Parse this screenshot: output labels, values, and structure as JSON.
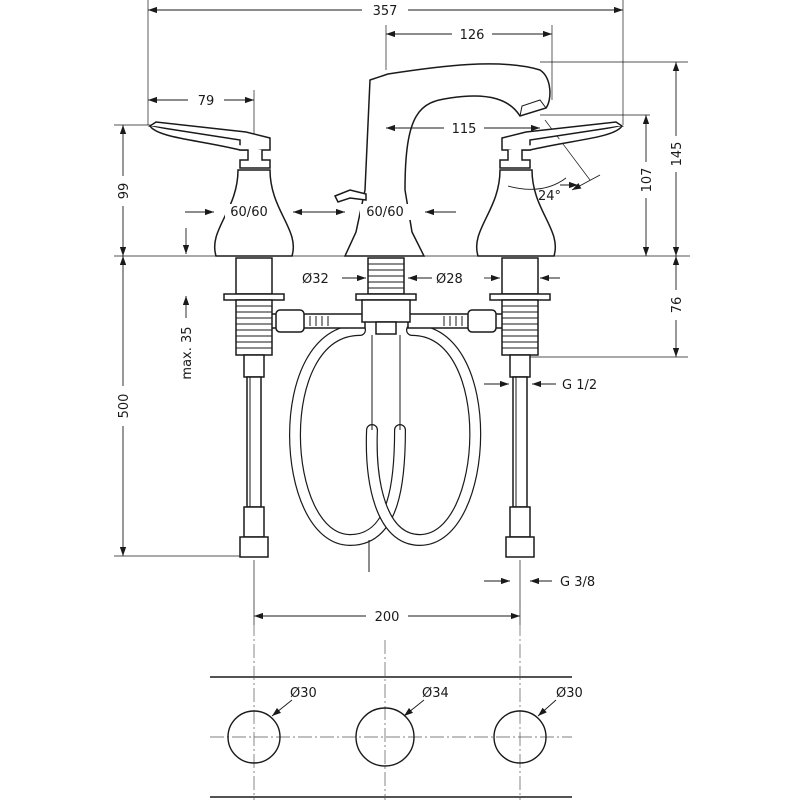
{
  "dimensions": {
    "overall_width": "357",
    "spout_reach": "126",
    "handle_offset": "79",
    "spout_inner": "115",
    "handle_height": "99",
    "spout_height_right": "145",
    "spout_outlet_height": "107",
    "shank_length": "76",
    "hose_length": "500",
    "max_deck_thickness": "max. 35",
    "spout_angle": "24°",
    "handle_base_left": "60/60",
    "spout_base": "60/60",
    "shank_diameter_spout": "Ø32",
    "shank_diameter_valve": "Ø28",
    "inlet_thread": "G 1/2",
    "outlet_thread": "G 3/8",
    "center_spacing": "200"
  },
  "holes": [
    {
      "label": "Ø30"
    },
    {
      "label": "Ø34"
    },
    {
      "label": "Ø30"
    }
  ]
}
